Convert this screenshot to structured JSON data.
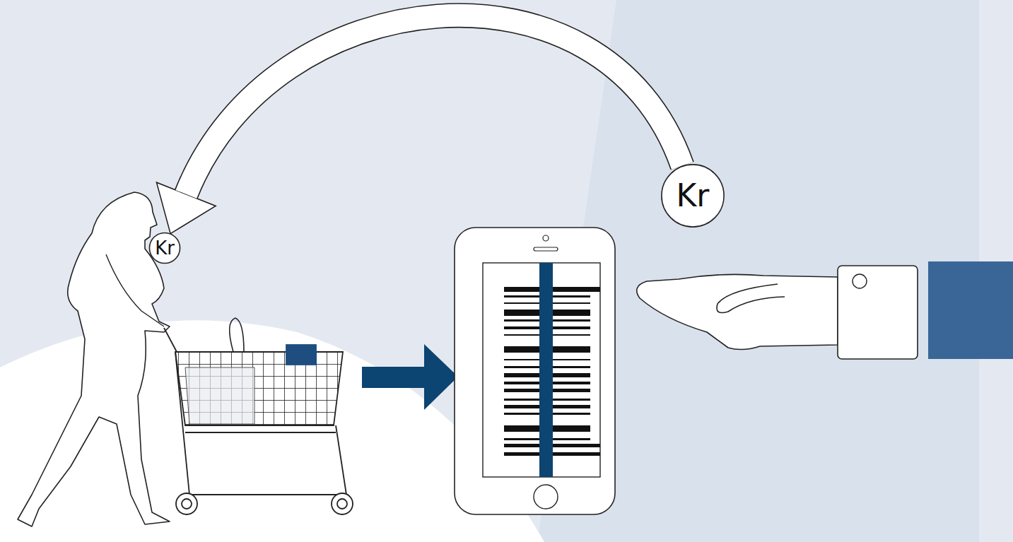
{
  "diagram": {
    "nodes": [
      {
        "text": [
          "Kr"
        ]
      },
      {
        "text": [
          "Kr"
        ]
      }
    ],
    "edges": [
      {
        "from": 1,
        "to": 0,
        "arrow": "to"
      }
    ]
  }
}
